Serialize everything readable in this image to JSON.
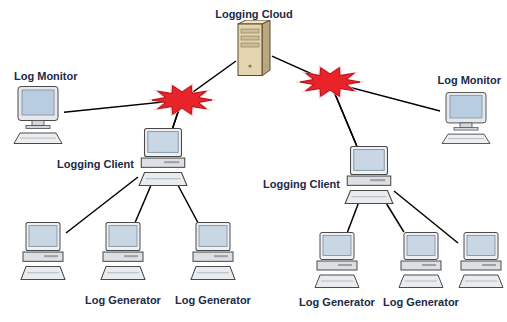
{
  "diagram": {
    "nodes": [
      {
        "text": [
          "Logging Cloud"
        ]
      },
      {
        "text": [
          "Log Monitor"
        ]
      },
      {
        "text": [
          "Log Monitor"
        ]
      },
      {
        "text": [
          "Logging Client"
        ]
      },
      {
        "text": [
          "Logging Client"
        ]
      },
      {
        "text": [
          "Log Generator"
        ]
      },
      {
        "text": [
          "Log Generator"
        ]
      },
      {
        "text": [
          "Log Generator"
        ]
      },
      {
        "text": [
          "Log Generator"
        ]
      }
    ],
    "edges": [
      {
        "from": 0,
        "to": 3,
        "arrow": "none"
      },
      {
        "from": 1,
        "to": 3,
        "arrow": "none"
      },
      {
        "from": 0,
        "to": 4,
        "arrow": "none"
      },
      {
        "from": 2,
        "to": 4,
        "arrow": "none"
      },
      {
        "from": 3,
        "to": 5,
        "arrow": "none"
      },
      {
        "from": 3,
        "to": 6,
        "arrow": "none"
      },
      {
        "from": 4,
        "to": 7,
        "arrow": "none"
      },
      {
        "from": 4,
        "to": 8,
        "arrow": "none"
      }
    ]
  }
}
